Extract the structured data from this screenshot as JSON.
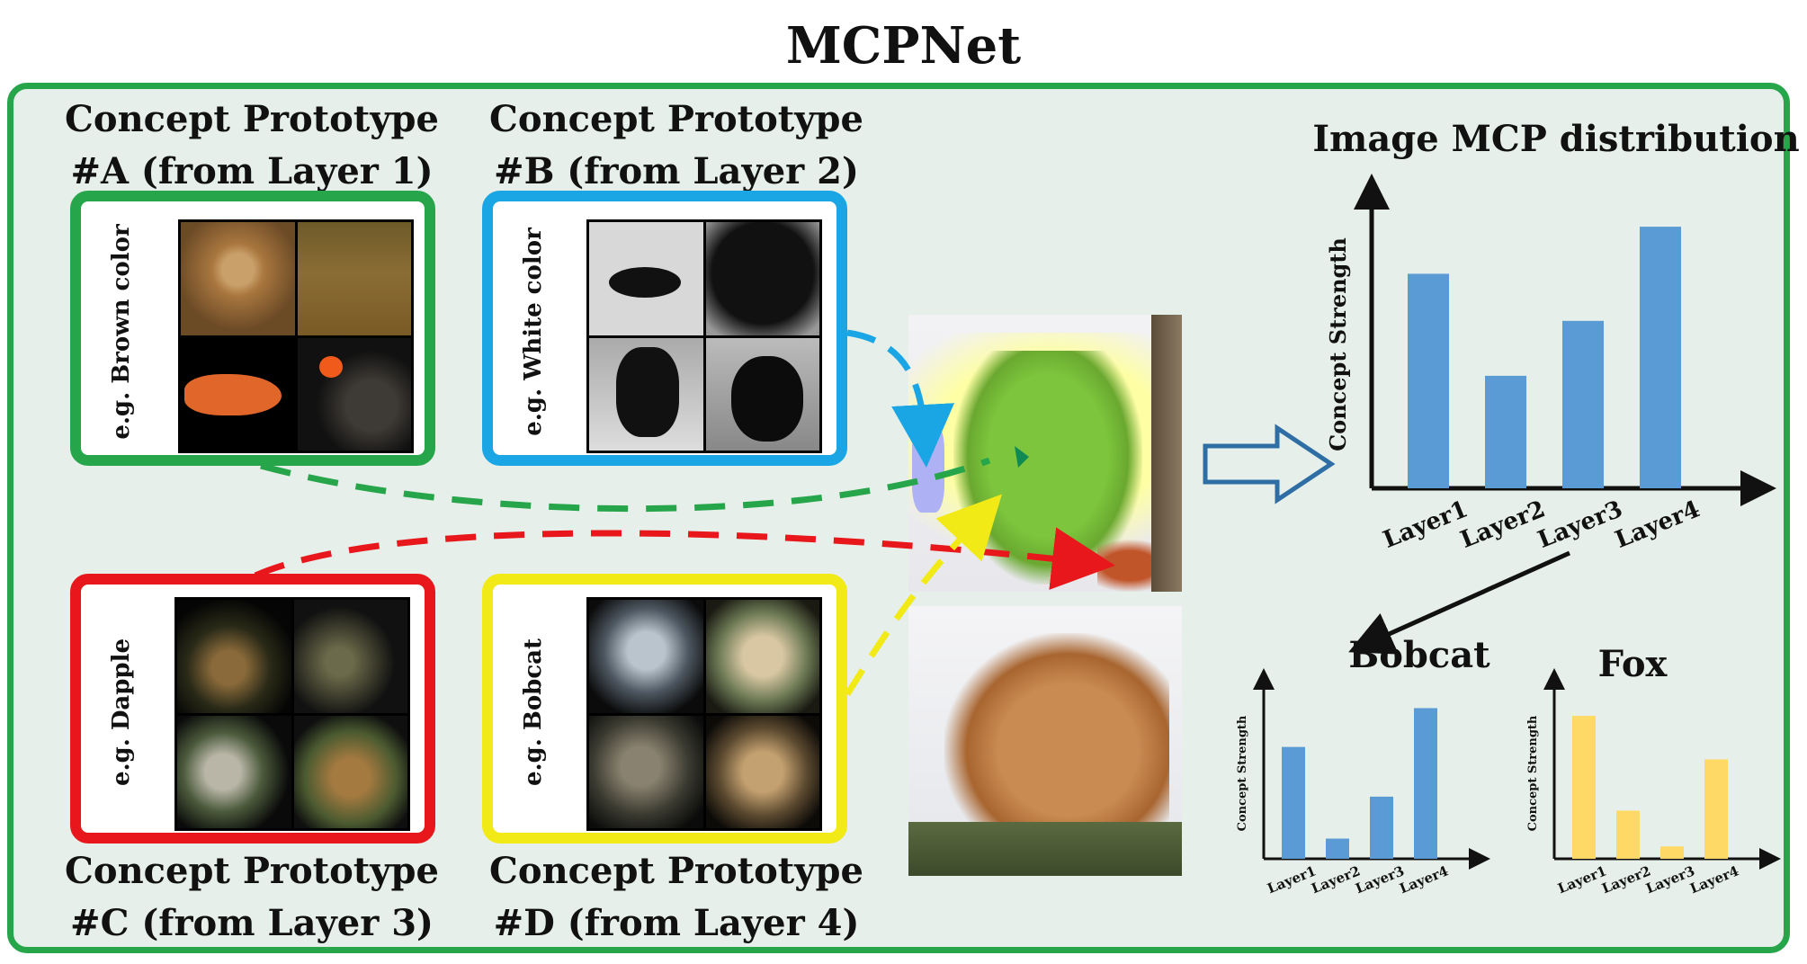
{
  "title": "MCPNet",
  "prototypes": {
    "a": {
      "caption_line1": "Concept Prototype",
      "caption_line2": "#A (from Layer 1)",
      "example": "e.g. Brown color",
      "color": "#27a54a"
    },
    "b": {
      "caption_line1": "Concept Prototype",
      "caption_line2": "#B (from Layer 2)",
      "example": "e.g. White color",
      "color": "#1aa6e4"
    },
    "c": {
      "caption_line1": "Concept Prototype",
      "caption_line2": "#C (from Layer 3)",
      "example": "e.g. Dapple",
      "color": "#e8171b"
    },
    "d": {
      "caption_line1": "Concept Prototype",
      "caption_line2": "#D (from Layer 4)",
      "example": "e.g. Bobcat",
      "color": "#f2ea16"
    }
  },
  "chart_data": [
    {
      "type": "bar",
      "title": "Image MCP distribution",
      "ylabel": "Concept Strength",
      "xlabel": "",
      "categories": [
        "Layer1",
        "Layer2",
        "Layer3",
        "Layer4"
      ],
      "values": [
        0.82,
        0.43,
        0.64,
        1.0
      ],
      "ylim": [
        0,
        1.1
      ],
      "color": "#5b9bd5",
      "axis_ticks": false
    },
    {
      "type": "bar",
      "title": "Bobcat",
      "ylabel": "Concept Strength",
      "xlabel": "",
      "categories": [
        "Layer1",
        "Layer2",
        "Layer3",
        "Layer4"
      ],
      "values": [
        0.72,
        0.13,
        0.4,
        0.97
      ],
      "ylim": [
        0,
        1.1
      ],
      "color": "#5b9bd5",
      "axis_ticks": false
    },
    {
      "type": "bar",
      "title": "Fox",
      "ylabel": "Concept Strength",
      "xlabel": "",
      "categories": [
        "Layer1",
        "Layer2",
        "Layer3",
        "Layer4"
      ],
      "values": [
        0.92,
        0.31,
        0.08,
        0.64
      ],
      "ylim": [
        0,
        1.1
      ],
      "color": "#ffd966",
      "axis_ticks": false
    }
  ],
  "colors": {
    "panel_border": "#27a54a",
    "panel_fill": "#e6efe9",
    "arrow_outline": "#2e6ea4",
    "green_arrow": "#27a54a",
    "blue_arrow": "#1aa6e4",
    "red_arrow": "#e8171b",
    "yellow_arrow": "#f2ea16"
  },
  "icons": [
    "hollow-right-arrow-icon",
    "diagonal-arrow-icon"
  ]
}
